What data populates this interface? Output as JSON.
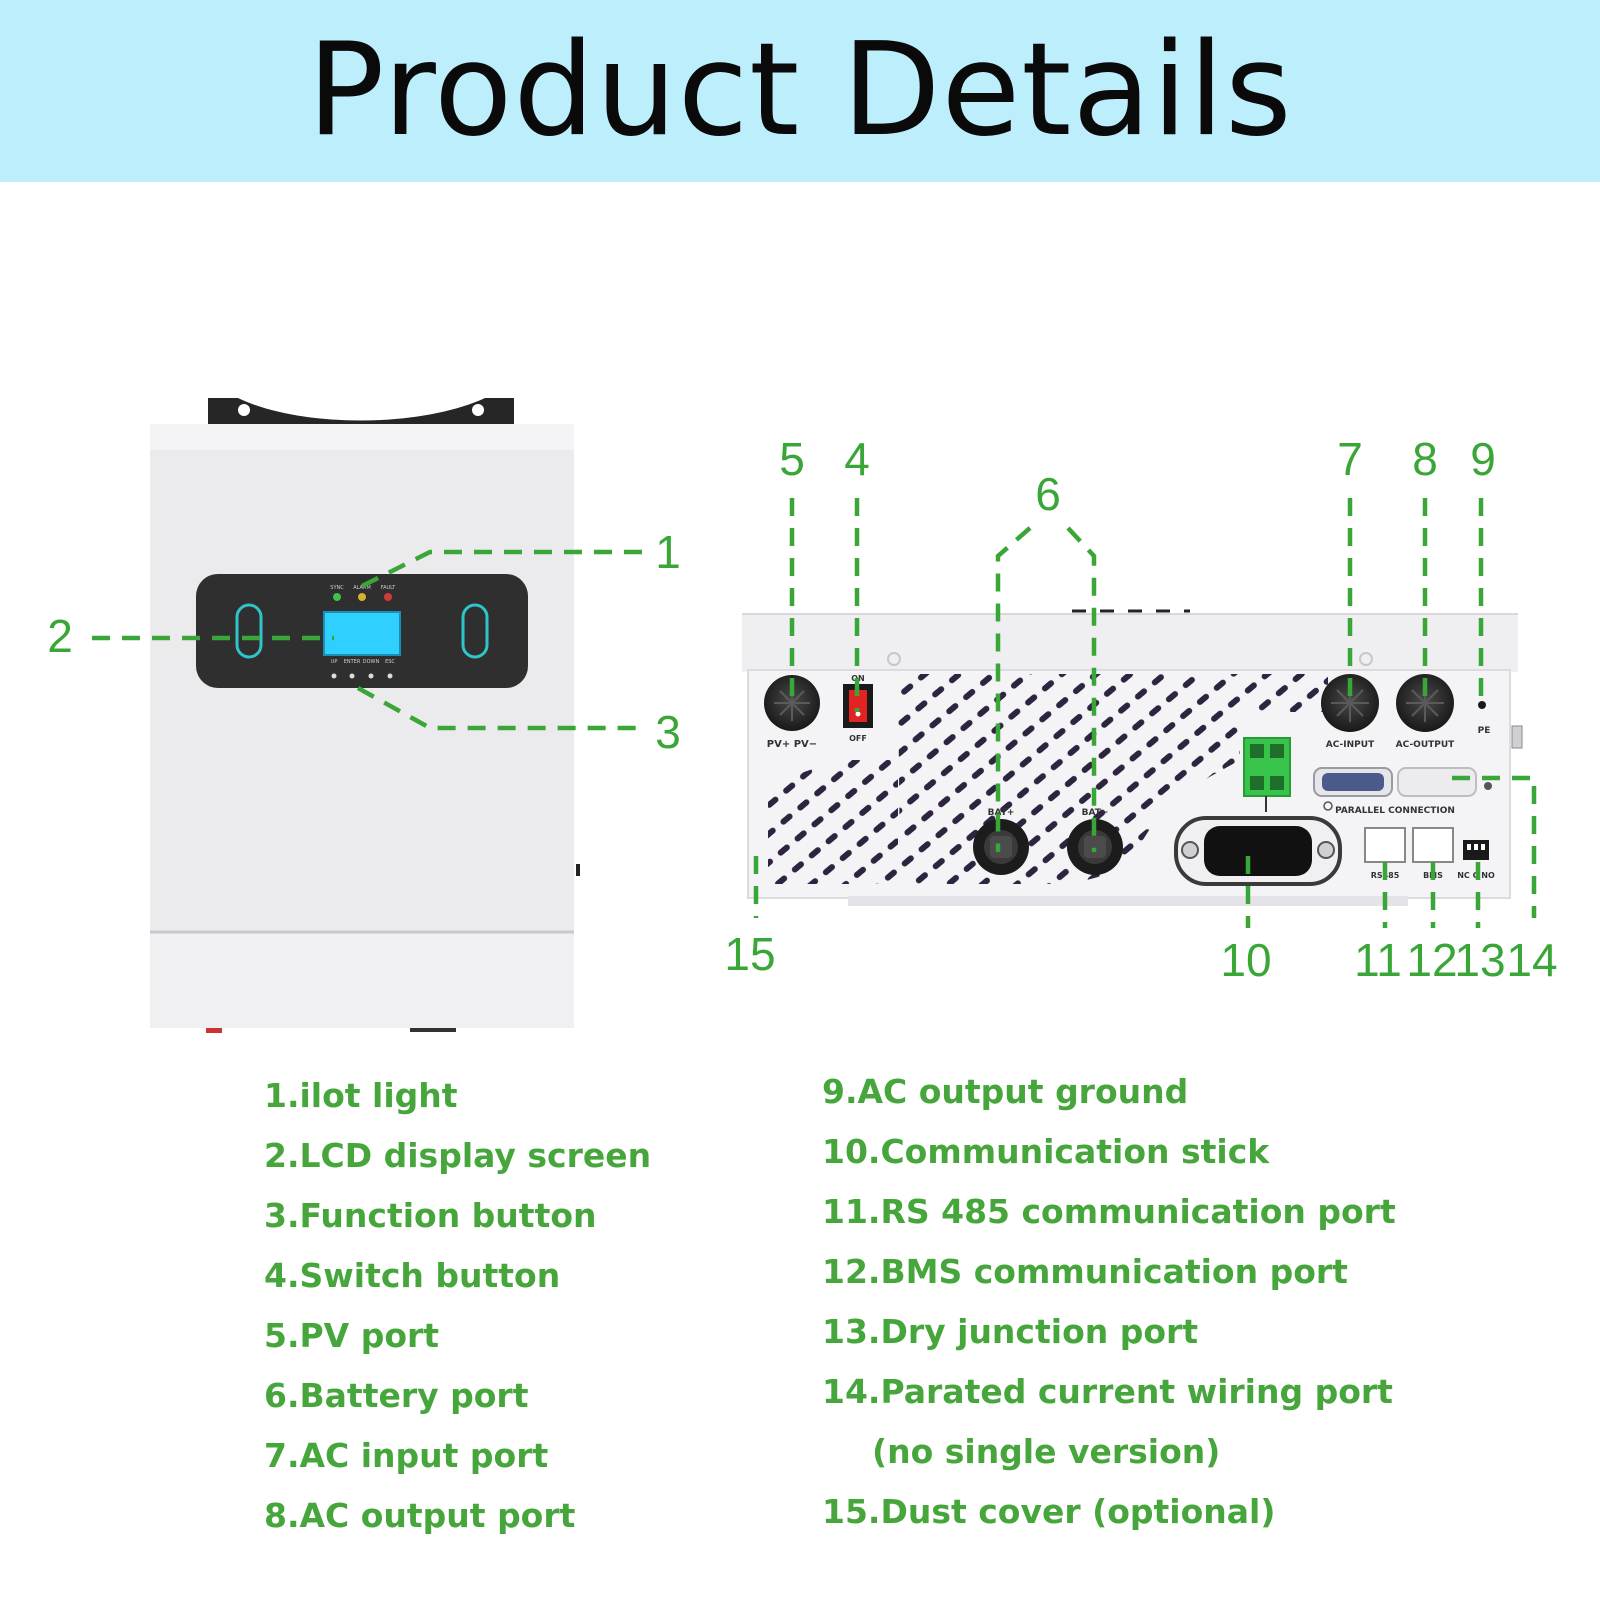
{
  "header": {
    "title": "Product Details"
  },
  "front_panel": {
    "led_labels": [
      "SYNC",
      "ALARM",
      "FAULT"
    ],
    "button_labels": [
      "UP",
      "ENTER",
      "DOWN",
      "ESC"
    ]
  },
  "rear_panel": {
    "pv_label": "PV+  PV−",
    "switch_on": "ON",
    "switch_off": "OFF",
    "bat_pos": "BAT+",
    "bat_neg": "BAT−",
    "ac_input": "AC-INPUT",
    "ac_output": "AC-OUTPUT",
    "pe": "PE",
    "parallel": "PARALLEL   CONNECTION",
    "rs485": "RS485",
    "bms": "BMS",
    "dry": "NC C NO"
  },
  "callouts": {
    "c1": "1",
    "c2": "2",
    "c3": "3",
    "c4": "4",
    "c5": "5",
    "c6": "6",
    "c7": "7",
    "c8": "8",
    "c9": "9",
    "c10": "10",
    "c11": "11",
    "c12": "12",
    "c13": "13",
    "c14": "14",
    "c15": "15"
  },
  "legend_left": [
    "1.ilot light",
    "2.LCD display screen",
    "3.Function button",
    "4.Switch button",
    "5.PV port",
    "6.Battery port",
    "7.AC input port",
    "8.AC output port"
  ],
  "legend_right": [
    "9.AC output ground",
    "10.Communication stick",
    "11.RS 485 communication port",
    "12.BMS communication port",
    "13.Dry junction port",
    "14.Parated current wiring port",
    "(no single version)",
    "15.Dust cover (optional)"
  ],
  "colors": {
    "banner": "#bdeefc",
    "accent_green": "#3aa637",
    "lcd": "#2fd0ff",
    "panel_dark": "#2f2f2f",
    "switch_red": "#e32222"
  }
}
